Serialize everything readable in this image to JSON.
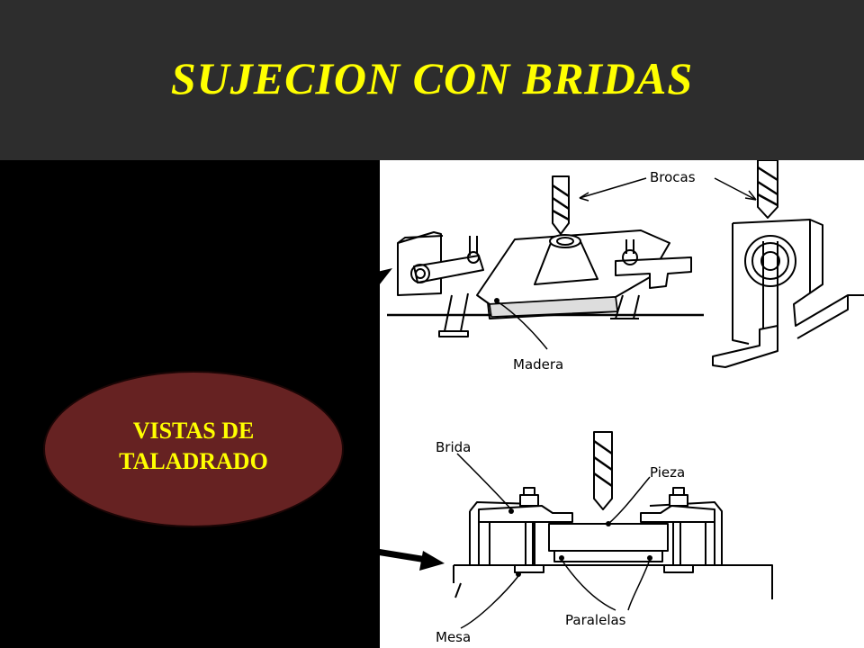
{
  "slide": {
    "title": "SUJECION CON BRIDAS",
    "title_color": "#ffff00",
    "header_bg": "#2d2d2d",
    "background": "#000000"
  },
  "oval": {
    "line1": "VISTAS DE",
    "line2": "TALADRADO",
    "fill": "#662222",
    "text_color": "#ffff00"
  },
  "figure": {
    "top_view": {
      "label_brocas": "Brocas",
      "label_madera": "Madera"
    },
    "bottom_view": {
      "label_brida": "Brida",
      "label_pieza": "Pieza",
      "label_paralelas": "Paralelas",
      "label_mesa": "Mesa"
    }
  }
}
